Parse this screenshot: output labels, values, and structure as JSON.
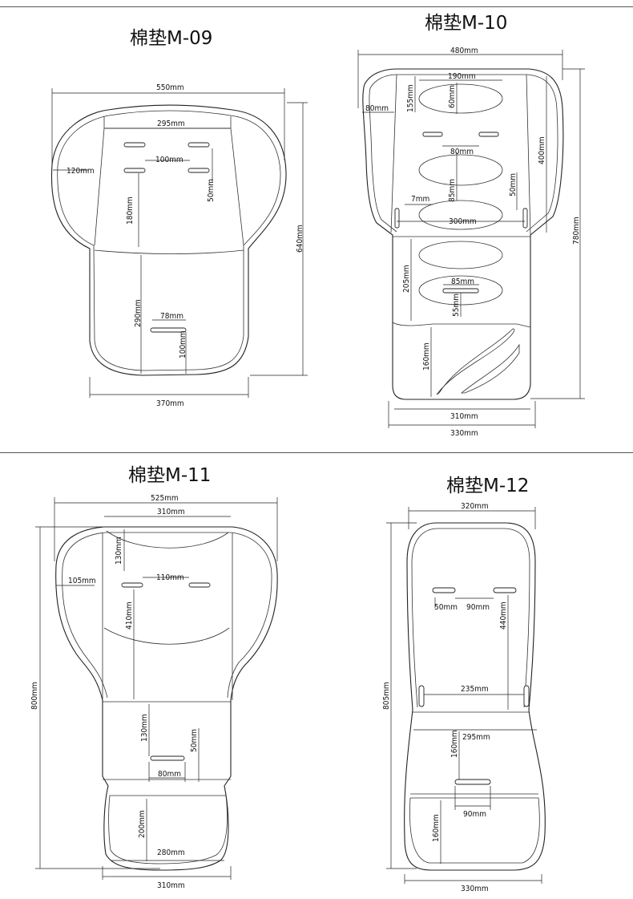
{
  "diagrams": [
    {
      "title": "棉垫M-09",
      "dims": {
        "top_width": "550mm",
        "inner_top": "295mm",
        "slot_gap": "100mm",
        "side": "120mm",
        "slot_len": "50mm",
        "upper_h": "180mm",
        "height": "640mm",
        "lower_h": "290mm",
        "crotch_slot": "78mm",
        "crotch_h": "100mm",
        "bottom_width": "370mm"
      }
    },
    {
      "title": "棉垫M-10",
      "dims": {
        "top_width": "480mm",
        "hole_w": "190mm",
        "side": "80mm",
        "hole_top": "155mm",
        "hole_h": "60mm",
        "slot_gap": "80mm",
        "upper_h": "400mm",
        "slot_in": "7mm",
        "hole2_h": "85mm",
        "slot_len": "50mm",
        "lower_slot": "300mm",
        "height": "780mm",
        "mid_h": "205mm",
        "mid_slot": "85mm",
        "mid_slot_h": "55mm",
        "foot_h": "160mm",
        "inner_bottom": "310mm",
        "bottom_width": "330mm"
      }
    },
    {
      "title": "棉垫M-11",
      "dims": {
        "top_width": "525mm",
        "inner_top": "310mm",
        "head_h": "130mm",
        "side": "105mm",
        "slot_gap": "110mm",
        "upper_h": "410mm",
        "height": "800mm",
        "mid_h": "130mm",
        "mid_slot_len": "50mm",
        "mid_slot": "80mm",
        "foot_h": "200mm",
        "foot_w": "280mm",
        "bottom_width": "310mm"
      }
    },
    {
      "title": "棉垫M-12",
      "dims": {
        "top_width": "320mm",
        "slot_len": "50mm",
        "slot_gap": "90mm",
        "upper_h": "440mm",
        "height": "805mm",
        "lower_slot": "235mm",
        "mid_w": "295mm",
        "mid_h": "160mm",
        "mid_slot": "90mm",
        "foot_h": "160mm",
        "bottom_width": "330mm"
      }
    }
  ]
}
